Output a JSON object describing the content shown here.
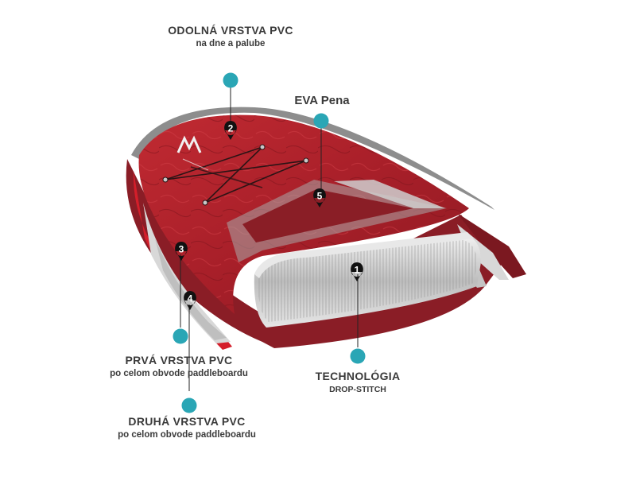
{
  "labels": {
    "top_pvc": {
      "main": "ODOLNÁ  VRSTVA PVC",
      "sub": "na dne a palube"
    },
    "eva": {
      "main": "EVA Pena"
    },
    "first_pvc": {
      "main": "PRVÁ VRSTVA PVC",
      "sub": "po celom obvode paddleboardu"
    },
    "second_pvc": {
      "main": "DRUHÁ VRSTVA PVC",
      "sub": "po celom obvode paddleboardu"
    },
    "technology": {
      "main": "TECHNOLÓGIA",
      "sub": "DROP-STITCH"
    }
  },
  "markers": [
    {
      "number": "1"
    },
    {
      "number": "2"
    },
    {
      "number": "3"
    },
    {
      "number": "4"
    },
    {
      "number": "5"
    }
  ],
  "colors": {
    "board_red": "#b0202a",
    "deck_dark": "#8a1e26",
    "callout_dot": "#2aa6b5",
    "marker": "#111111",
    "rail_grey": "#c9c9c9"
  }
}
